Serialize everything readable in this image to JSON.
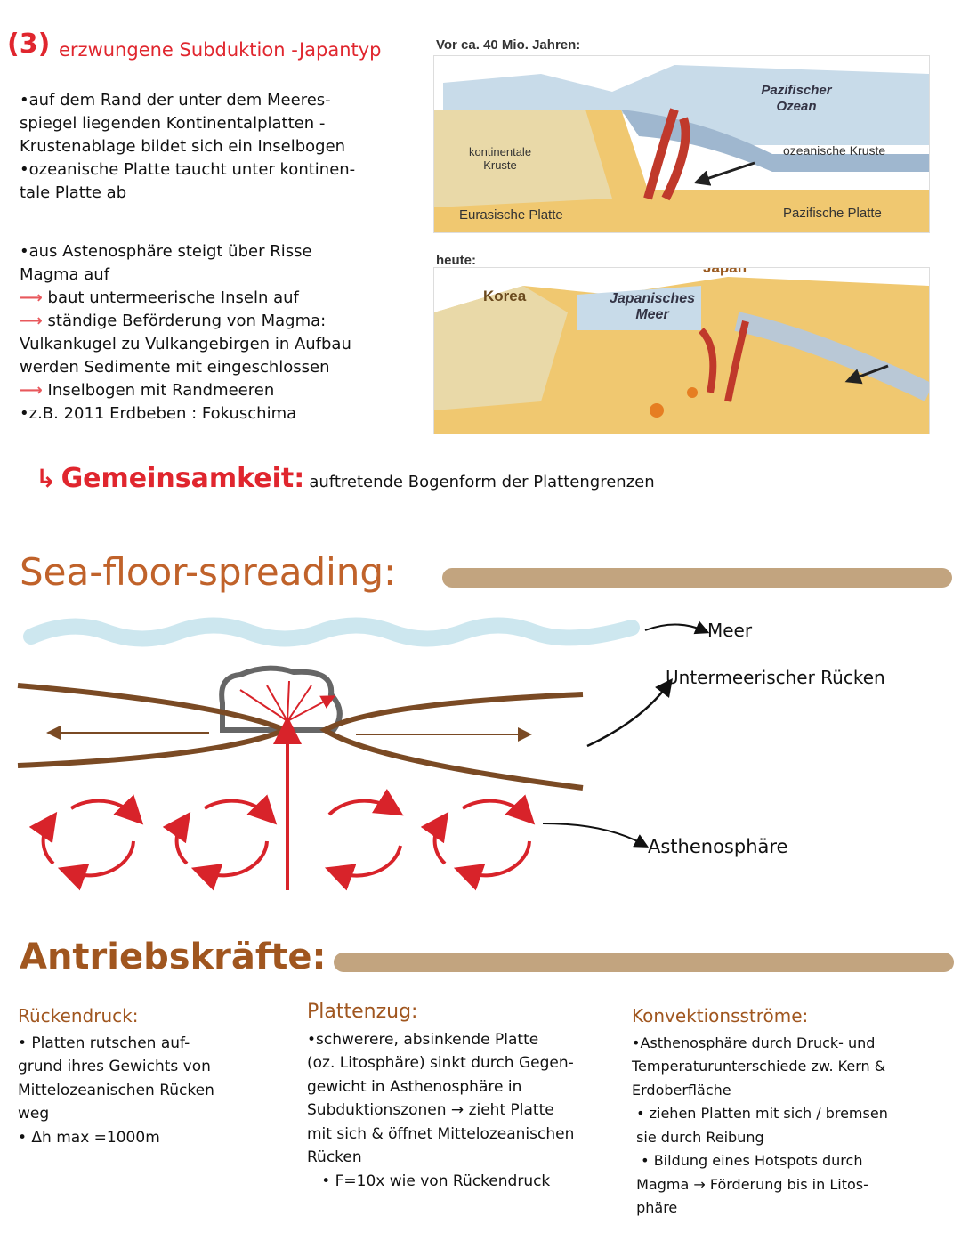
{
  "section3": {
    "number": "(3)",
    "title": "erzwungene Subduktion -Japantyp",
    "lines": [
      "•auf dem Rand der unter dem Meeres-",
      "spiegel liegenden Kontinentalplatten -",
      "Krustenablage bildet sich ein Inselbogen",
      "•ozeanische Platte taucht unter kontinen-",
      "tale Platte ab"
    ],
    "lines2": [
      "•aus Astenosphäre steigt über Risse",
      "Magma auf"
    ],
    "arrow_items": [
      "baut untermeerische Inseln auf",
      "ständige Beförderung von Magma:"
    ],
    "lines3": [
      "Vulkankugel zu Vulkangebirgen in Aufbau",
      "werden Sedimente mit eingeschlossen"
    ],
    "arrow_item3": "Inselbogen mit Randmeeren",
    "example": "•z.B. 2011 Erdbeben : Fokuschima",
    "arrow_symbol": "⟶"
  },
  "figure_past": {
    "caption": "Vor ca. 40 Mio. Jahren:",
    "labels": {
      "ocean": "Pazifischer Ozean",
      "crust_cont": "kontinentale Kruste",
      "crust_ocean": "ozeanische Kruste",
      "plate_eu": "Eurasische Platte",
      "plate_pac": "Pazifische Platte"
    }
  },
  "figure_today": {
    "caption": "heute:",
    "labels": {
      "korea": "Korea",
      "japan": "Japan",
      "sea": "Japanisches Meer"
    }
  },
  "common": {
    "prefix": "↳",
    "label": "Gemeinsamkeit:",
    "text": "auftretende Bogenform der Plattengrenzen"
  },
  "seafloor": {
    "title": "Sea-floor-spreading:",
    "labels": {
      "sea": "Meer",
      "ridge": "Untermeerischer Rücken",
      "astheno": "Asthenosphäre"
    }
  },
  "forces": {
    "title": "Antriebskräfte:",
    "columns": [
      {
        "heading": "Rückendruck:",
        "lines": [
          "• Platten rutschen auf-",
          "grund ihres Gewichts von",
          "Mittelozeanischen Rücken",
          "weg",
          "• Δh max =1000m"
        ]
      },
      {
        "heading": "Plattenzug:",
        "lines": [
          "•schwerere, absinkende Platte",
          "(oz. Litosphäre) sinkt durch Gegen-",
          "gewicht in Asthenosphäre in",
          "Subduktionszonen → zieht Platte",
          "mit sich & öffnet Mittelozeanischen",
          "Rücken",
          "   • F=10x wie von Rückendruck"
        ]
      },
      {
        "heading": "Konvektionsströme:",
        "lines": [
          "•Asthenosphäre durch Druck- und",
          "Temperaturunterschiede zw. Kern &",
          "Erdoberfläche",
          " • ziehen Platten mit sich / bremsen",
          " sie durch Reibung",
          "  • Bildung eines Hotspots durch",
          " Magma → Förderung bis in Litos-",
          " phäre"
        ]
      }
    ]
  },
  "colors": {
    "red": "#e0262e",
    "brown": "#a0561f",
    "bar": "#c2a47f",
    "sea": "#cde7ef",
    "plate": "#7a4a24"
  }
}
